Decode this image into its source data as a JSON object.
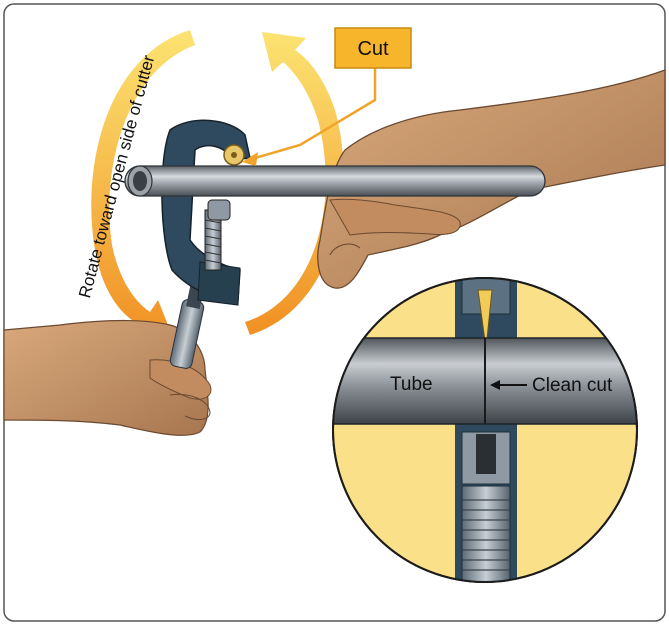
{
  "labels": {
    "cut": "Cut",
    "rotate": "Rotate toward open side of cutter",
    "tube": "Tube",
    "clean_cut": "Clean cut"
  },
  "colors": {
    "frame_border": "#555555",
    "cut_box_fill": "#f7b52b",
    "cut_box_border": "#c98a12",
    "leader": "#f0a52a",
    "arrow_light": "#f8d65a",
    "arrow_dark": "#f29a1e",
    "cutter_body": "#2f4a5e",
    "skin": "#c9976b",
    "tube": "#7a7f86",
    "inset_bg": "#fbe08a"
  }
}
